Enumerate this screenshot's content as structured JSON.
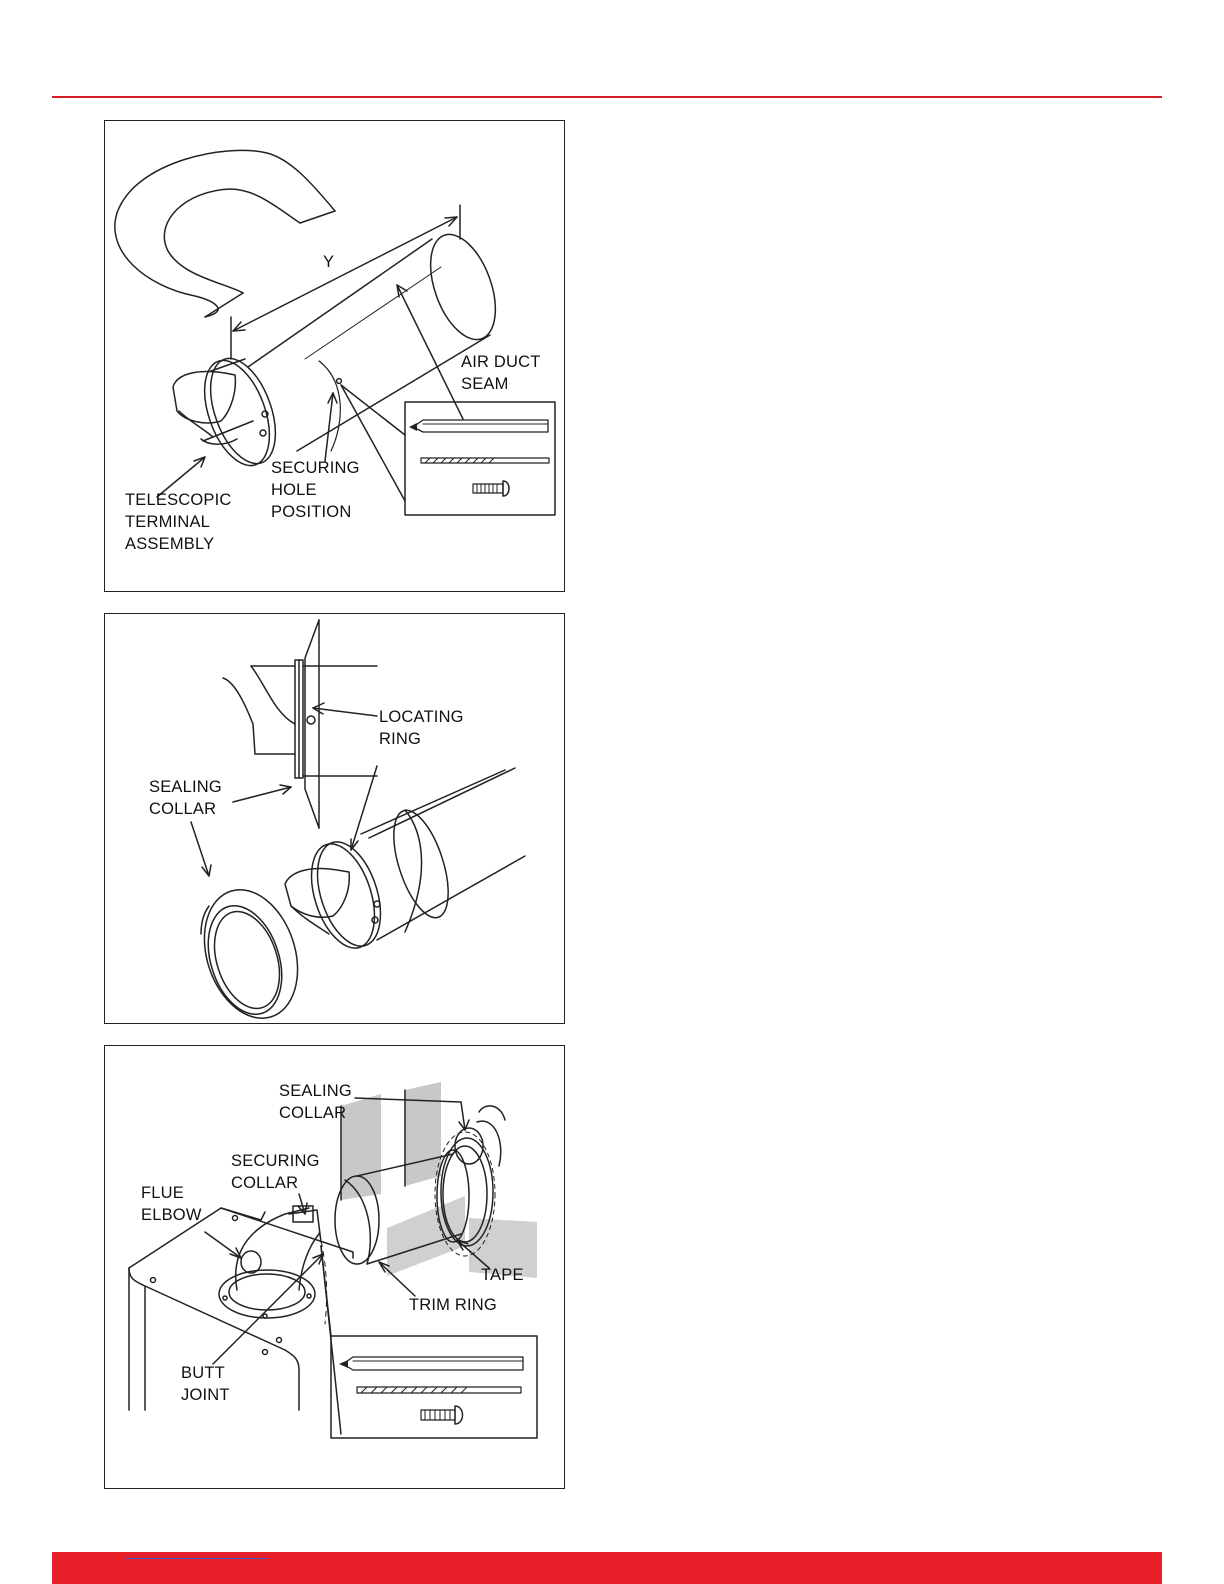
{
  "figures": [
    {
      "id": "figure-1",
      "labels": {
        "dimension": "Y",
        "air_duct_seam": [
          "AIR DUCT",
          "SEAM"
        ],
        "securing_hole": [
          "SECURING",
          "HOLE",
          "POSITION"
        ],
        "telescopic": [
          "TELESCOPIC",
          "TERMINAL",
          "ASSEMBLY"
        ]
      },
      "tools": [
        "pencil-icon",
        "drill-bit-icon",
        "screw-icon"
      ]
    },
    {
      "id": "figure-2",
      "labels": {
        "locating_ring": [
          "LOCATING",
          "RING"
        ],
        "sealing_collar": [
          "SEALING",
          "COLLAR"
        ]
      }
    },
    {
      "id": "figure-3",
      "labels": {
        "sealing_collar": [
          "SEALING",
          "COLLAR"
        ],
        "securing_collar": [
          "SECURING",
          "COLLAR"
        ],
        "flue_elbow": [
          "FLUE",
          "ELBOW"
        ],
        "tape": "TAPE",
        "trim_ring": "TRIM RING",
        "butt_joint": [
          "BUTT",
          "JOINT"
        ]
      },
      "tools": [
        "pencil-icon",
        "drill-bit-icon",
        "screw-icon"
      ]
    }
  ],
  "colors": {
    "accent": "#e8202a",
    "rule": "#d41f26",
    "line": "#222222"
  }
}
